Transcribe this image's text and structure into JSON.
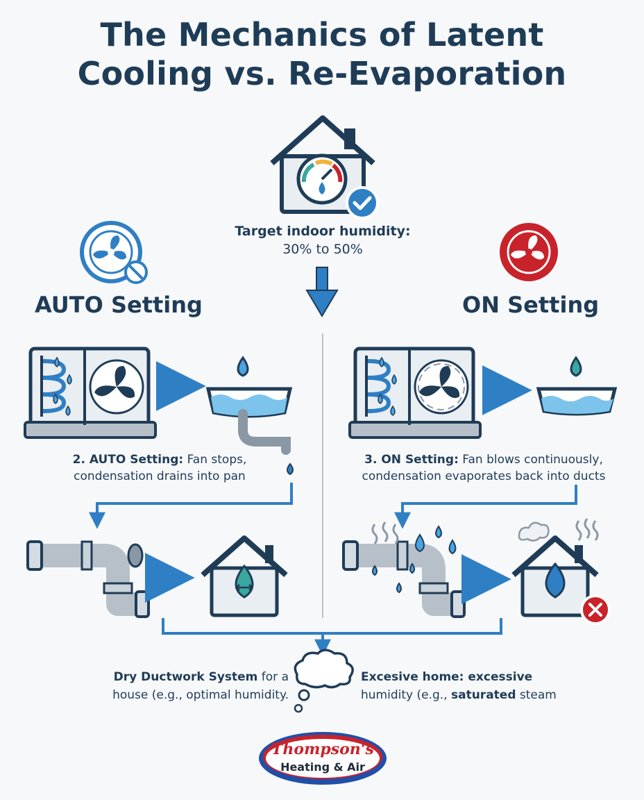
{
  "title": {
    "line1": "The Mechanics of Latent",
    "line2": "Cooling vs. Re-Evaporation"
  },
  "target": {
    "label": "Target indoor humidity:",
    "range": "30% to 50%"
  },
  "auto": {
    "heading": "AUTO Setting",
    "caption_bold": "2. AUTO Setting:",
    "caption_rest1": " Fan stops,",
    "caption_line2": "condensation drains into pan",
    "result_bold": "Dry Ductwork System",
    "result_rest1": " for a",
    "result_line2": "house (e.g., optimal humidity."
  },
  "on": {
    "heading": "ON Setting",
    "caption_bold": "3. ON Setting:",
    "caption_rest1": " Fan blows continuously,",
    "caption_line2": "condensation evaporates back into ducts",
    "result_bold1": "Excesive home: excessive",
    "result_line2a": "humidity (e.g., ",
    "result_bold2": "saturated",
    "result_line2b": " steam"
  },
  "logo": {
    "name": "Thompson's",
    "sub": "Heating & Air"
  },
  "colors": {
    "navy": "#1f3c57",
    "blue": "#2f7fc4",
    "red": "#c8232b",
    "teal": "#3aa7a0",
    "gray": "#b7c0c9"
  }
}
